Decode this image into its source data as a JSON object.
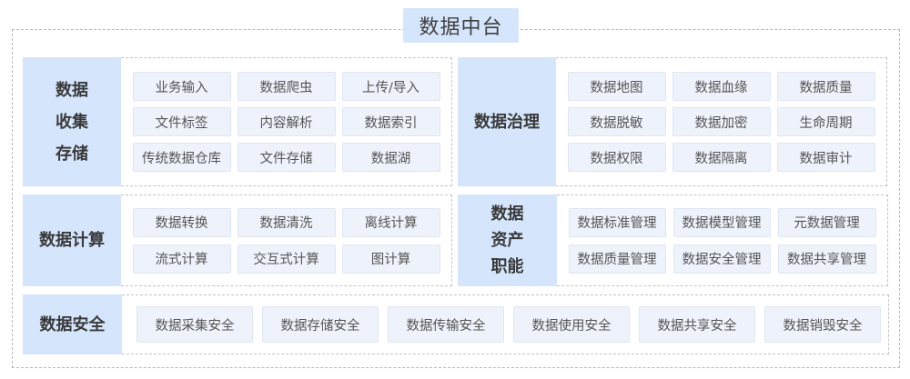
{
  "title": "数据中台",
  "blocks": {
    "collect": {
      "label_lines": [
        "数据",
        "收集",
        "存储"
      ],
      "items": [
        "业务输入",
        "数据爬虫",
        "上传/导入",
        "文件标签",
        "内容解析",
        "数据索引",
        "传统数据仓库",
        "文件存储",
        "数据湖"
      ]
    },
    "governance": {
      "label": "数据治理",
      "items": [
        "数据地图",
        "数据血缘",
        "数据质量",
        "数据脱敏",
        "数据加密",
        "生命周期",
        "数据权限",
        "数据隔离",
        "数据审计"
      ]
    },
    "compute": {
      "label": "数据计算",
      "items": [
        "数据转换",
        "数据清洗",
        "离线计算",
        "流式计算",
        "交互式计算",
        "图计算"
      ]
    },
    "assets": {
      "label_lines": [
        "数据",
        "资产",
        "职能"
      ],
      "items": [
        "数据标准管理",
        "数据模型管理",
        "元数据管理",
        "数据质量管理",
        "数据安全管理",
        "数据共享管理"
      ]
    },
    "security": {
      "label": "数据安全",
      "items": [
        "数据采集安全",
        "数据存储安全",
        "数据传输安全",
        "数据使用安全",
        "数据共享安全",
        "数据销毁安全"
      ]
    }
  },
  "colors": {
    "label_bg": "#d4e5fc",
    "item_bg": "#edf2fb",
    "border": "#c4c4c4"
  }
}
